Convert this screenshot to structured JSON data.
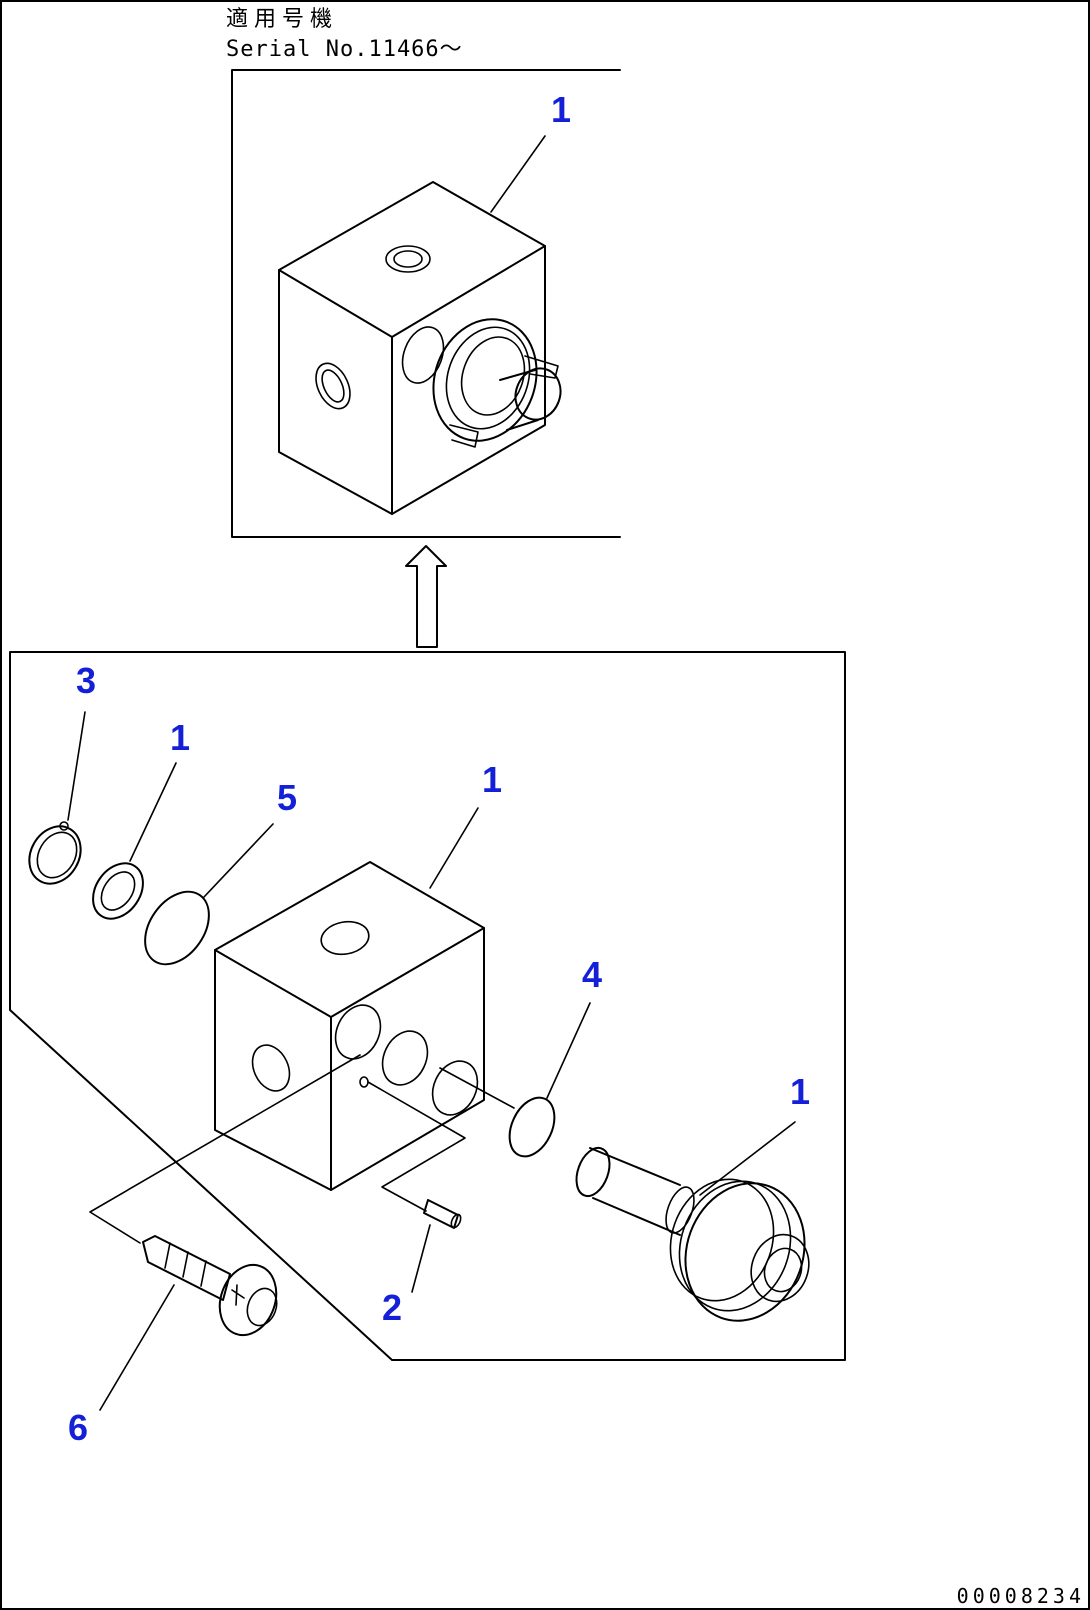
{
  "header": {
    "applicable_model_label": "適用号機",
    "serial_label": "Serial No.11466～"
  },
  "footer": {
    "drawing_number": "00008234"
  },
  "callouts": {
    "top_block": "1",
    "snap_ring": "3",
    "washer": "1",
    "oring_left": "5",
    "block": "1",
    "oring_right": "4",
    "plunger": "1",
    "pin": "2",
    "plug": "6"
  },
  "colors": {
    "callout": "#1420d8",
    "line": "#000000",
    "background": "#ffffff"
  }
}
